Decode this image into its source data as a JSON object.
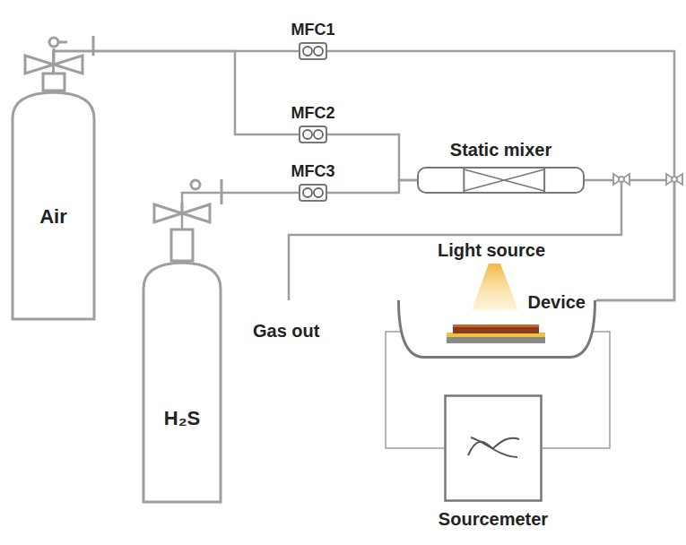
{
  "diagram": {
    "nodes": [
      {
        "text": [
          "Air"
        ]
      },
      {
        "text": [
          "MFC1"
        ]
      },
      {
        "text": [
          "MFC2"
        ]
      },
      {
        "text": [
          "MFC3"
        ]
      },
      {
        "text": [
          "H₂S"
        ]
      },
      {
        "text": [
          "Static mixer"
        ]
      },
      {
        "text": [
          "Device"
        ]
      },
      {
        "text": [
          "Sourcemeter"
        ]
      }
    ],
    "edges": [
      {
        "from": 0,
        "to": 1,
        "arrow": "none"
      },
      {
        "from": 0,
        "to": 2,
        "arrow": "none"
      },
      {
        "from": 4,
        "to": 3,
        "arrow": "none"
      },
      {
        "from": 2,
        "to": 5,
        "arrow": "none"
      },
      {
        "from": 3,
        "to": 5,
        "arrow": "none"
      },
      {
        "from": 5,
        "to": 6,
        "arrow": "none"
      },
      {
        "from": 1,
        "to": 6,
        "arrow": "none"
      },
      {
        "from": 6,
        "to": 7,
        "arrow": "none"
      }
    ],
    "labels": [
      "Light source",
      "Gas out"
    ]
  }
}
